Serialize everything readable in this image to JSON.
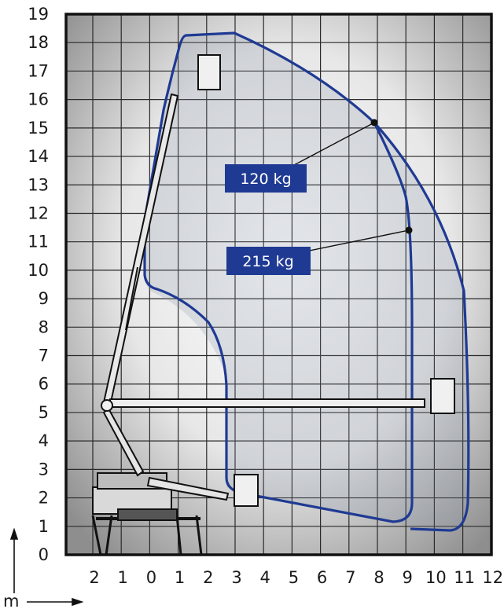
{
  "chart_data": {
    "type": "diagram",
    "y_ticks": [
      "0",
      "1",
      "2",
      "3",
      "4",
      "5",
      "6",
      "7",
      "8",
      "9",
      "10",
      "11",
      "12",
      "13",
      "14",
      "15",
      "16",
      "17",
      "18",
      "19"
    ],
    "x_ticks": [
      "2",
      "1",
      "0",
      "1",
      "2",
      "3",
      "4",
      "5",
      "6",
      "7",
      "8",
      "9",
      "10",
      "11",
      "12"
    ],
    "unit_label": "m",
    "envelopes": [
      {
        "label": "120 kg",
        "color": "#1f3a93"
      },
      {
        "label": "215 kg",
        "color": "#1f3a93"
      }
    ],
    "colors": {
      "envelope": "#1f3a93",
      "grid": "#333333",
      "label_bg": "#1f3a93"
    }
  }
}
